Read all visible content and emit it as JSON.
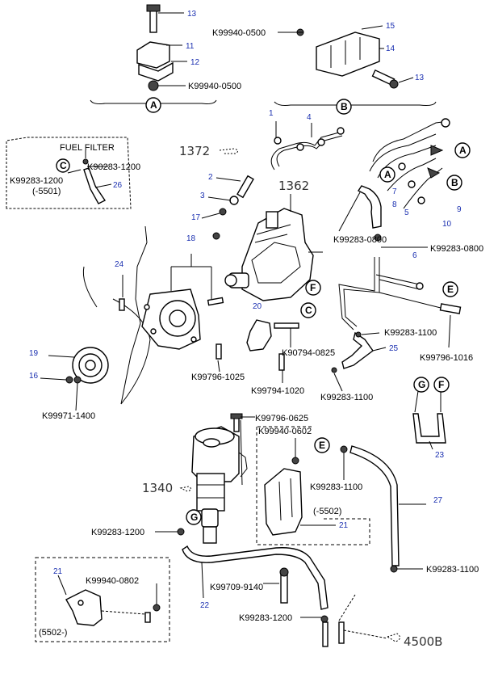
{
  "diagram": {
    "part_numbers": {
      "k99940_0500_top": "K99940-0500",
      "k99940_0500_mid": "K99940-0500",
      "k99283_0800_a": "K99283-0800",
      "k99283_0800_b": "K99283-0800",
      "k90283_1200": "K90283-1200",
      "k99283_1200_ff": "K99283-1200",
      "ff_range": "(-5501)",
      "fuel_filter": "FUEL FILTER",
      "k99283_1100_a": "K99283-1100",
      "k99796_1016": "K99796-1016",
      "k90794_0825": "K90794-0825",
      "k99796_1025": "K99796-1025",
      "k99794_1020": "K99794-1020",
      "k99283_1100_b": "K99283-1100",
      "k99971_1400": "K99971-1400",
      "k99796_0625": "K99796-0625",
      "k99940_0602_a": "K99940-0602",
      "k99283_1100_c": "K99283-1100",
      "range_5502_minus": "(-5502)",
      "k99283_1200_a": "K99283-1200",
      "k99283_1100_d": "K99283-1100",
      "k99709_9140": "K99709-9140",
      "k99940_0802": "K99940-0802",
      "range_5502_plus": "(5502-)",
      "k99283_1200_b": "K99283-1200"
    },
    "group_refs": {
      "r1372": "1372",
      "r1362": "1362",
      "r1340": "1340",
      "r4500b": "4500B"
    },
    "callouts": {
      "n13a": "13",
      "n11": "11",
      "n12": "12",
      "n15": "15",
      "n14": "14",
      "n13b": "13",
      "n1": "1",
      "n4": "4",
      "n2": "2",
      "n3": "3",
      "n17": "17",
      "n18": "18",
      "n26": "26",
      "n7": "7",
      "n8": "8",
      "n5": "5",
      "n9": "9",
      "n10": "10",
      "n6": "6",
      "n24": "24",
      "n20": "20",
      "n19": "19",
      "n16": "16",
      "n25": "25",
      "n23": "23",
      "n27": "27",
      "n21a": "21",
      "n21b": "21",
      "n22": "22"
    },
    "view_letters": {
      "a1": "A",
      "b1": "B",
      "a2": "A",
      "a3": "A",
      "b2": "B",
      "c1": "C",
      "f1": "F",
      "c2": "C",
      "e1": "E",
      "g1": "G",
      "f2": "F",
      "e2": "E",
      "g2": "G"
    }
  }
}
